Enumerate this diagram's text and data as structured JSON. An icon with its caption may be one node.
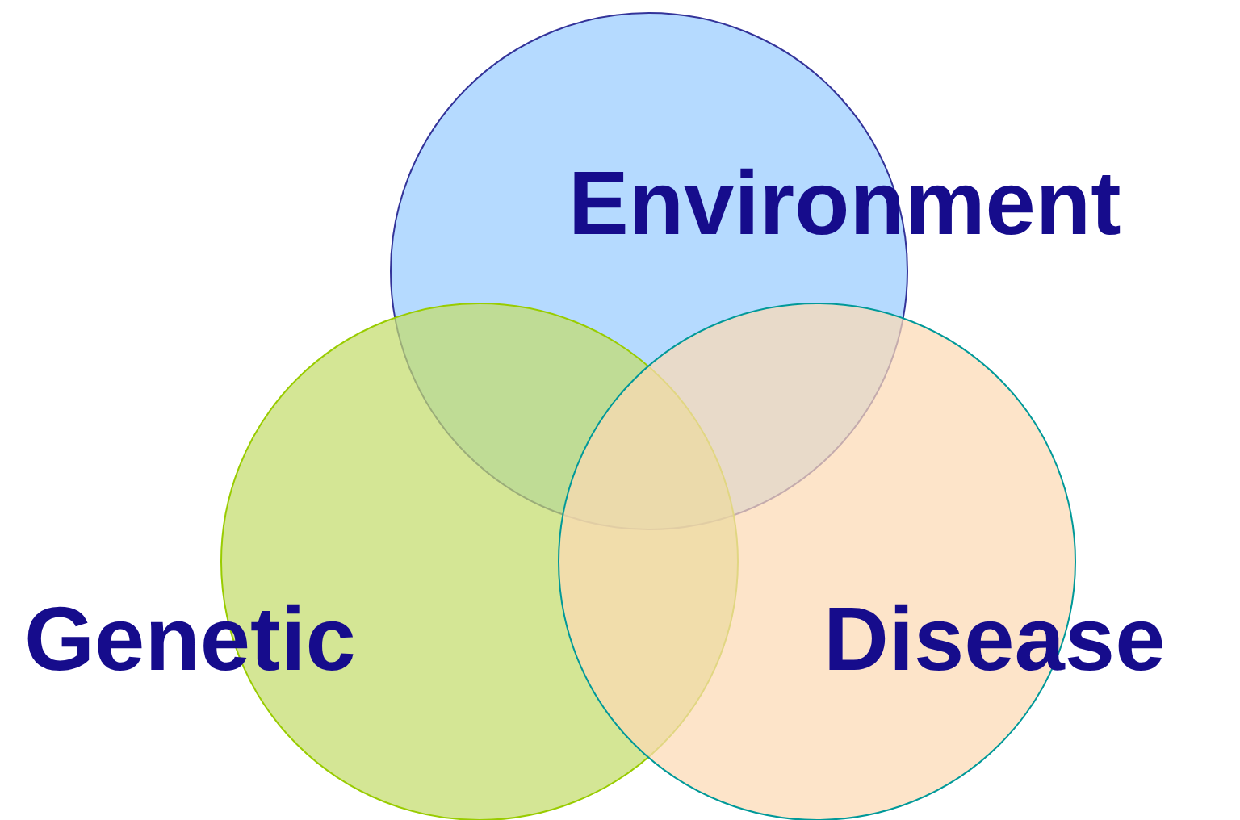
{
  "diagram": {
    "nodes": [
      {
        "text": [
          "Environment"
        ]
      },
      {
        "text": [
          "Genetic"
        ]
      },
      {
        "text": [
          "Disease"
        ]
      }
    ]
  }
}
